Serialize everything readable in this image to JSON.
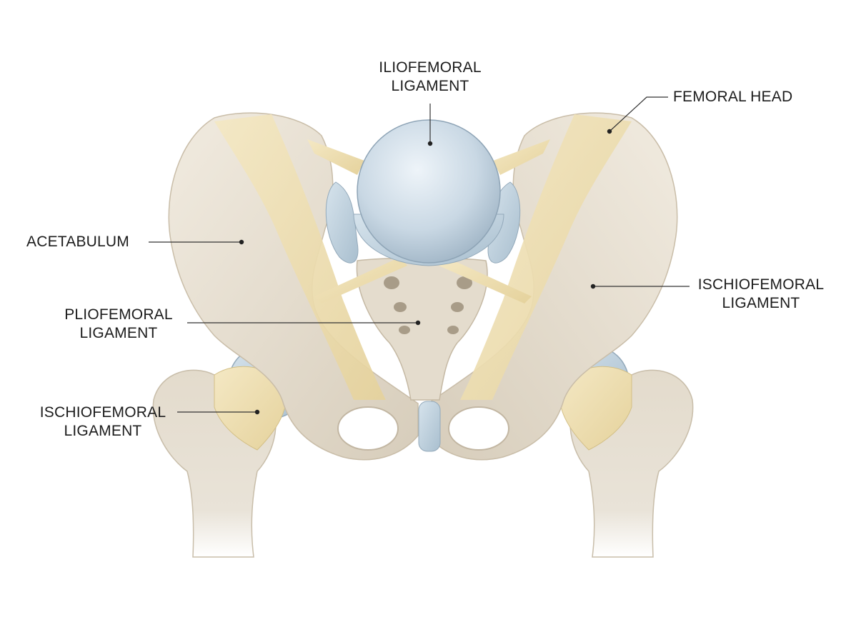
{
  "labels": {
    "iliofemoral": {
      "line1": "ILIOFEMORAL",
      "line2": "LIGAMENT"
    },
    "femoral_head": {
      "line1": "FEMORAL HEAD"
    },
    "acetabulum": {
      "line1": "ACETABULUM"
    },
    "ischiofemoral_right": {
      "line1": "ISCHIOFEMORAL",
      "line2": "LIGAMENT"
    },
    "pliofemoral": {
      "line1": "PLIOFEMORAL",
      "line2": "LIGAMENT"
    },
    "ischiofemoral_left": {
      "line1": "ISCHIOFEMORAL",
      "line2": "LIGAMENT"
    }
  },
  "colors": {
    "bone": "#e6ded0",
    "bone_shadow": "#cfc5b4",
    "ligament": "#efe0b2",
    "cartilage": "#bccfdd",
    "femoral_head": "#cddbe6",
    "leader_line": "#333333"
  }
}
